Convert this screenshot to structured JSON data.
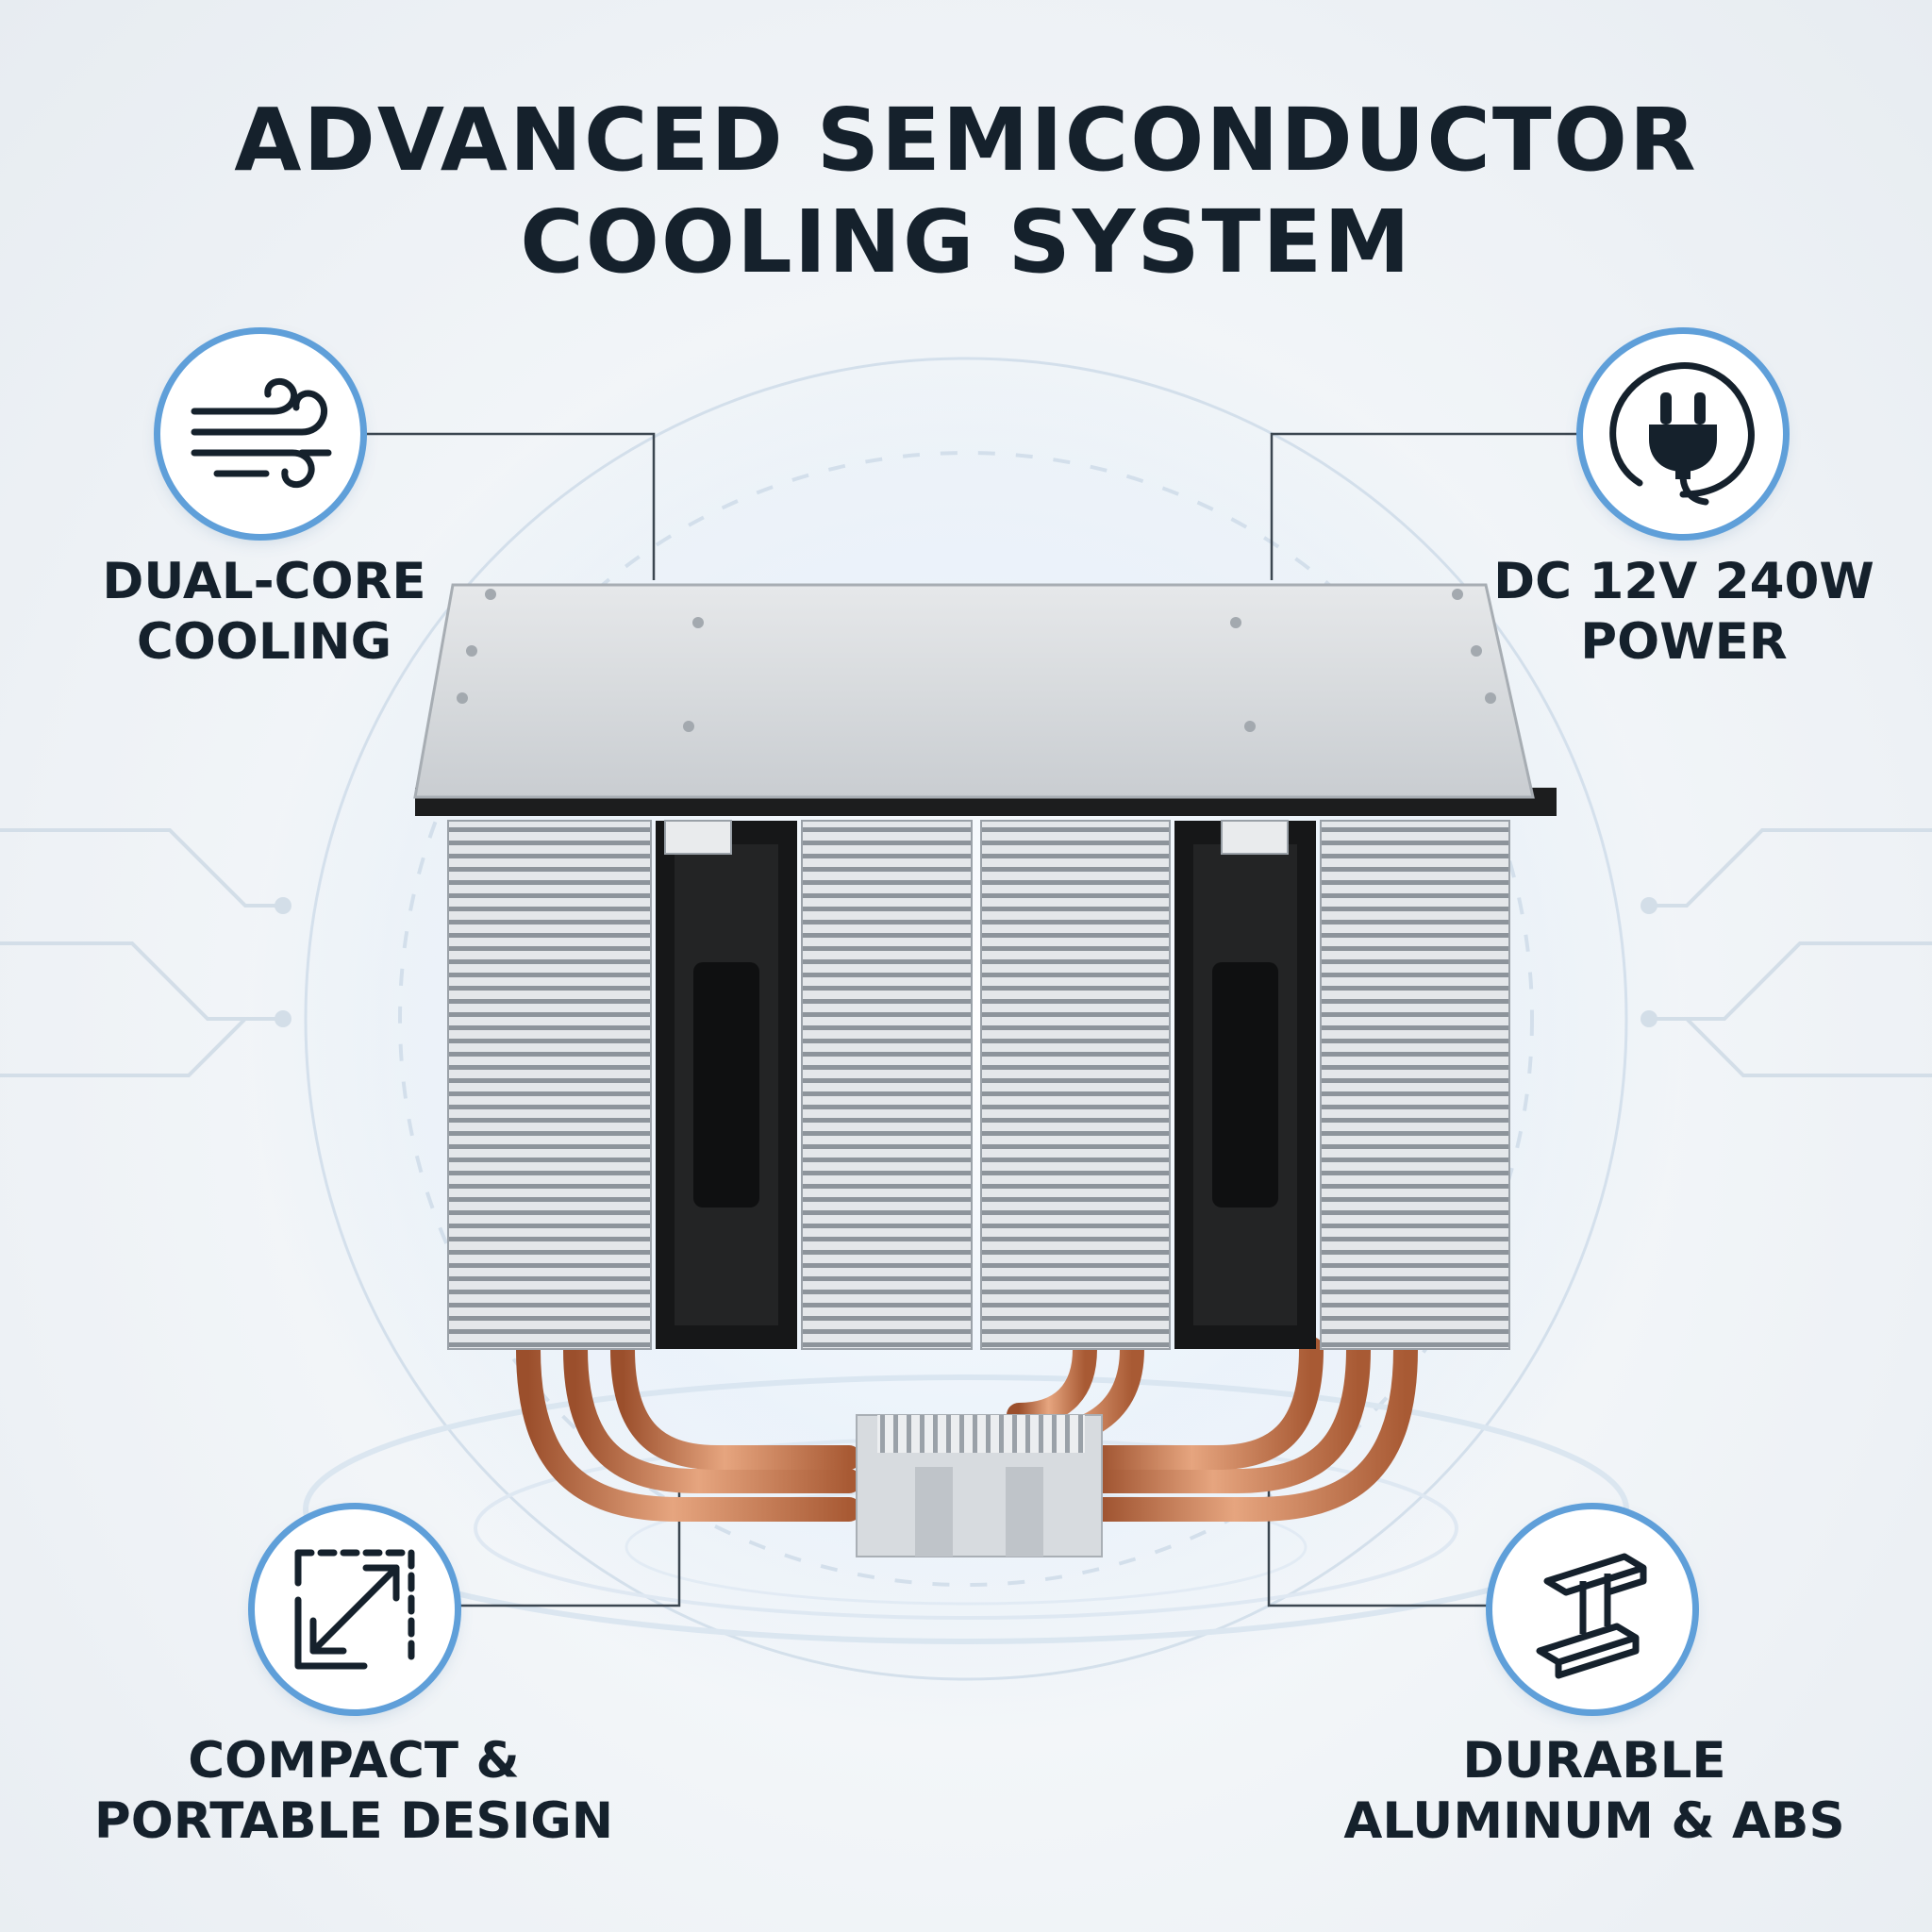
{
  "title": {
    "line1": "ADVANCED SEMICONDUCTOR",
    "line2": "COOLING SYSTEM"
  },
  "features": [
    {
      "icon": "wind-icon",
      "line1": "DUAL-CORE",
      "line2": "COOLING"
    },
    {
      "icon": "plug-icon",
      "line1": "DC 12V 240W",
      "line2": "POWER"
    },
    {
      "icon": "resize-icon",
      "line1": "COMPACT &",
      "line2": "PORTABLE DESIGN"
    },
    {
      "icon": "steel-beam-icon",
      "line1": "DURABLE",
      "line2": "ALUMINUM & ABS"
    }
  ],
  "colors": {
    "accent": "#5f9fd9",
    "text": "#15212c",
    "copper": "#c8754a",
    "aluminum": "#d9dde1"
  }
}
